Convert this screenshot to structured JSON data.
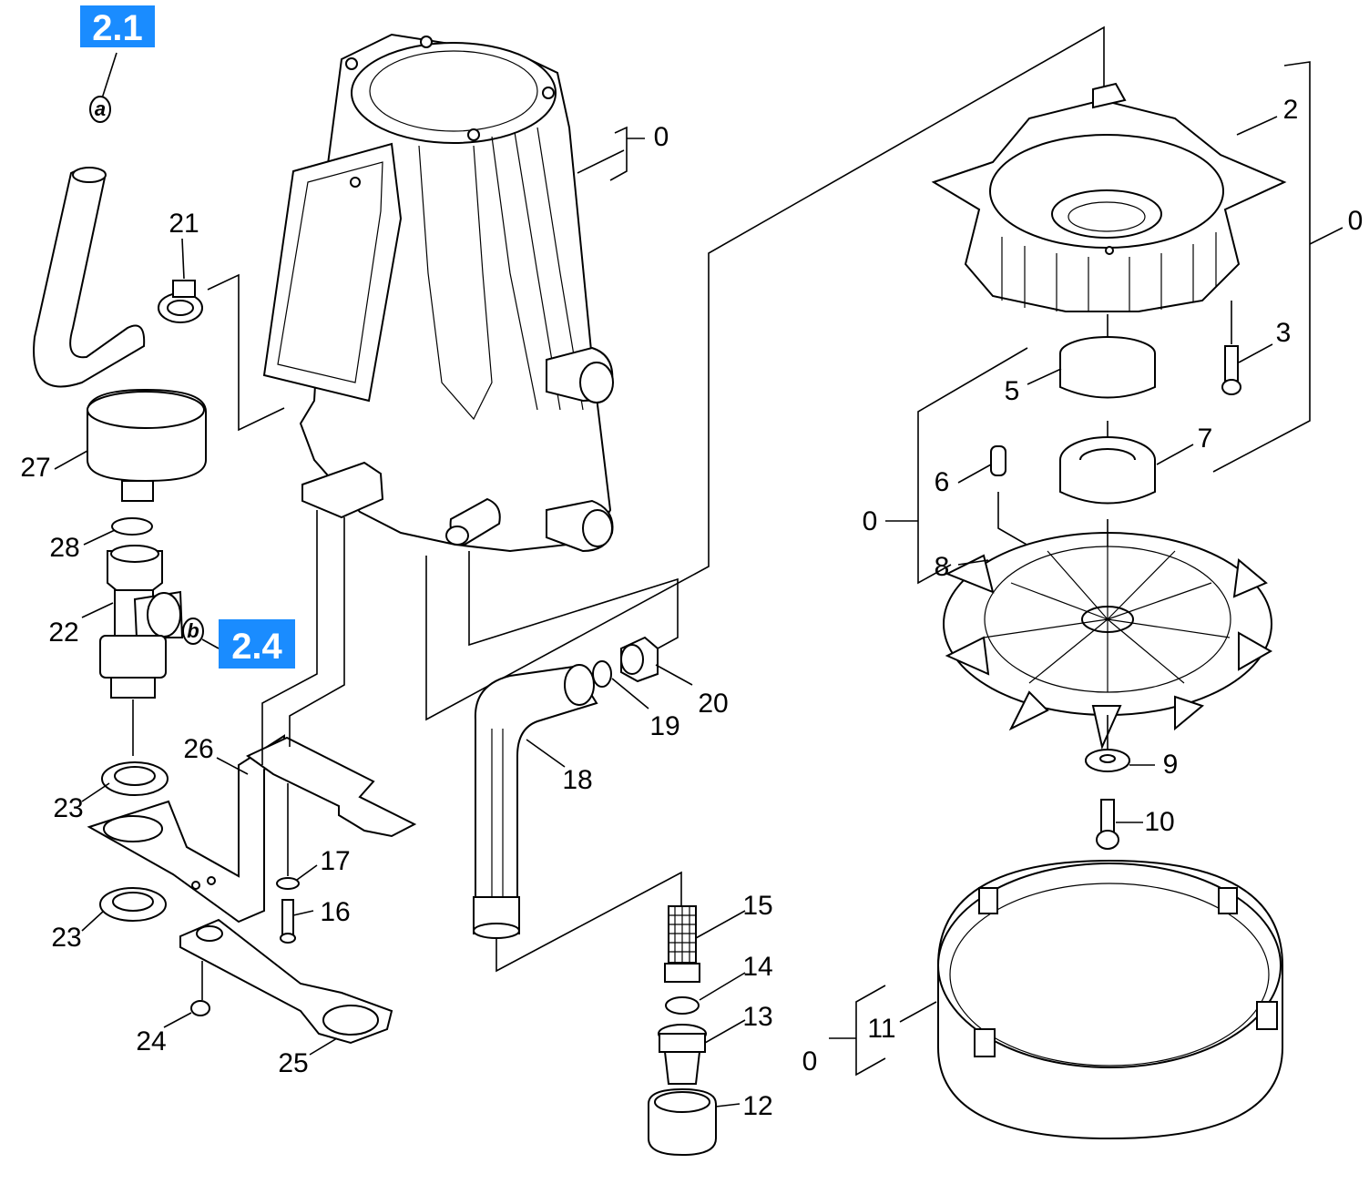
{
  "diagram": {
    "accent_color": "#1a8cff",
    "reference_badges": [
      {
        "id": "ref-2-1",
        "text": "2.1"
      },
      {
        "id": "ref-2-4",
        "text": "2.4"
      }
    ],
    "connector_marks": [
      {
        "id": "conn-a",
        "text": "a"
      },
      {
        "id": "conn-b",
        "text": "b"
      }
    ],
    "part_labels": {
      "p0_pump": "0",
      "p0_fanhousing": "0",
      "p0_bearing": "0",
      "p0_cover": "0",
      "p2": "2",
      "p3": "3",
      "p5": "5",
      "p6": "6",
      "p7": "7",
      "p8": "8",
      "p9": "9",
      "p10": "10",
      "p11": "11",
      "p12": "12",
      "p13": "13",
      "p14": "14",
      "p15": "15",
      "p16": "16",
      "p17": "17",
      "p18": "18",
      "p19": "19",
      "p20": "20",
      "p21": "21",
      "p22": "22",
      "p23a": "23",
      "p23b": "23",
      "p24": "24",
      "p25": "25",
      "p26": "26",
      "p27": "27",
      "p28": "28"
    }
  }
}
